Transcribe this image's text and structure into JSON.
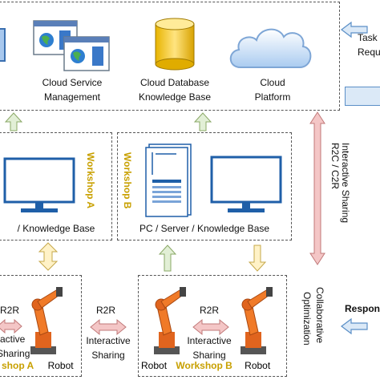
{
  "cloud": {
    "service_label_1": "Cloud Service",
    "service_label_2": "Management",
    "database_label_1": "Cloud Database",
    "database_label_2": "Knowledge Base",
    "platform_label_1": "Cloud",
    "platform_label_2": "Platform"
  },
  "right_side": {
    "task_label_1": "Task",
    "task_label_2": "Reque",
    "response_label": "Respon",
    "r2c_label": "R2C / C2R",
    "interactive_sharing": "Interactive Sharing",
    "collab_1": "Collaborative",
    "collab_2": "Optimization"
  },
  "workshop_a": {
    "title": "Workshop A",
    "kb_label": "/ Knowledge Base",
    "r2r": "R2R",
    "sharing_partial_1": "ractive",
    "sharing_partial_2": "Sharing",
    "bottom_label": "shop A",
    "robot_label": "Robot"
  },
  "workshop_b": {
    "title": "Workshop B",
    "kb_label": "PC / Server / Knowledge Base",
    "r2r": "R2R",
    "sharing_1": "Interactive",
    "sharing_2": "Sharing",
    "robot_left": "Robot",
    "bottom_label": "Workshop B",
    "robot_right": "Robot"
  },
  "middle": {
    "r2r": "R2R",
    "sharing_1": "Interactive",
    "sharing_2": "Sharing"
  }
}
